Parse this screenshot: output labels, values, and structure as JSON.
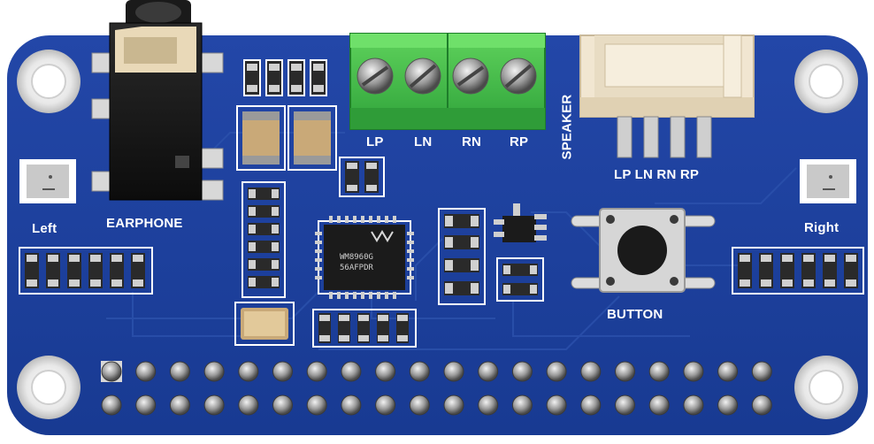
{
  "board": {
    "labels": {
      "earphone": "EARPHONE",
      "left": "Left",
      "right": "Right",
      "speaker": "SPEAKER",
      "button": "BUTTON",
      "terminal_lp": "LP",
      "terminal_ln": "LN",
      "terminal_rn": "RN",
      "terminal_rp": "RP",
      "header_pins": "LP LN RN RP"
    },
    "codec_chip": {
      "line1": "WM8960G",
      "line2": "56AFPDR"
    },
    "colors": {
      "pcb": "#1d3f9e",
      "pcb_trace": "#24499f",
      "terminal_block": "#3fbf4a",
      "connector": "#f1e6d1",
      "silkscreen": "#ffffff"
    }
  }
}
